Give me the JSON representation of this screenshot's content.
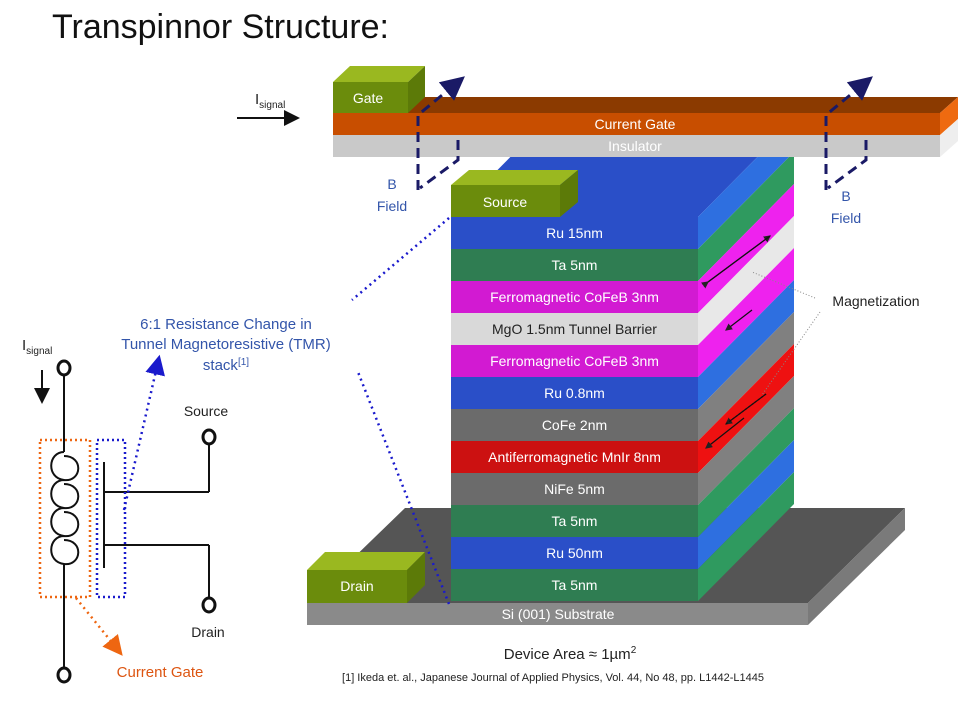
{
  "title": "Transpinnor Structure:",
  "gate": {
    "tab_label": "Gate",
    "current_gate_label": "Current Gate",
    "insulator_label": "Insulator",
    "signal_label_main": "I",
    "signal_label_sub": "signal"
  },
  "b_field": {
    "line1": "B",
    "line2": "Field"
  },
  "source_tab": "Source",
  "drain_tab": "Drain",
  "layers": [
    {
      "label": "Ru 15nm",
      "color": "#2a4fc8",
      "side": "#2e6fe0"
    },
    {
      "label": "Ta 5nm",
      "color": "#2f7d52",
      "side": "#2f9a5f"
    },
    {
      "label": "Ferromagnetic CoFeB 3nm",
      "color": "#d21ad2",
      "side": "#ee22ee"
    },
    {
      "label": "MgO 1.5nm Tunnel Barrier",
      "color": "#d9d9d9",
      "side": "#e8e8e8"
    },
    {
      "label": "Ferromagnetic CoFeB 3nm",
      "color": "#d21ad2",
      "side": "#ee22ee"
    },
    {
      "label": "Ru 0.8nm",
      "color": "#2a4fc8",
      "side": "#2e6fe0"
    },
    {
      "label": "CoFe 2nm",
      "color": "#6b6b6b",
      "side": "#808080"
    },
    {
      "label": "Antiferromagnetic MnIr 8nm",
      "color": "#cc1111",
      "side": "#ee1111"
    },
    {
      "label": "NiFe 5nm",
      "color": "#6b6b6b",
      "side": "#808080"
    },
    {
      "label": "Ta 5nm",
      "color": "#2f7d52",
      "side": "#2f9a5f"
    },
    {
      "label": "Ru 50nm",
      "color": "#2a4fc8",
      "side": "#2e6fe0"
    },
    {
      "label": "Ta 5nm",
      "color": "#2f7d52",
      "side": "#2f9a5f"
    }
  ],
  "substrate_label": "Si (001) Substrate",
  "magnetization_label": "Magnetization",
  "tmr_note": {
    "line1": "6:1 Resistance Change in",
    "line2": "Tunnel Magnetoresistive (TMR)",
    "line3": "stack",
    "ref": "[1]"
  },
  "device_area": {
    "prefix": "Device Area ",
    "approx": "≈",
    "value": " 1µm",
    "exp": "2"
  },
  "reference": "[1] Ikeda et. al., Japanese Journal of Applied Physics, Vol. 44, No 48, pp. L1442-L1445",
  "circuit": {
    "signal_main": "I",
    "signal_sub": "signal",
    "source_label": "Source",
    "drain_label": "Drain",
    "current_gate_label": "Current Gate"
  },
  "colors": {
    "gate_tab": "#7a9a10",
    "current_gate": "#c84e00",
    "insulator": "#cfcfcf",
    "substrate": "#6b6b6b",
    "dotted_blue": "#1a1acc",
    "dotted_orange": "#ee6611",
    "b_field_text": "#3355aa",
    "current_gate_text": "#dd5511"
  }
}
